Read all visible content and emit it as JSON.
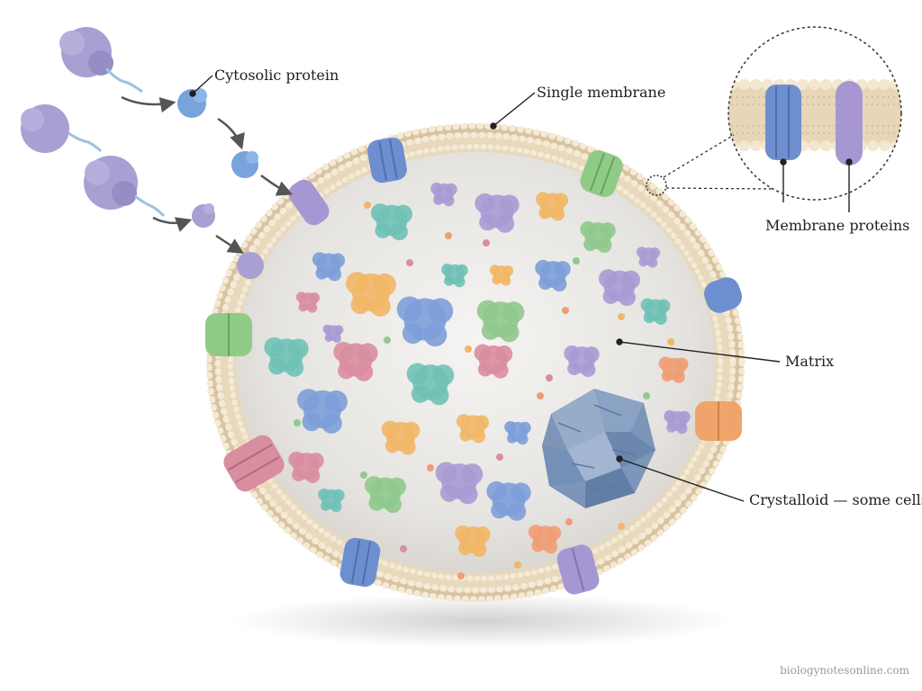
{
  "labels": {
    "cytosolic_protein": "Cytosolic protein",
    "single_membrane": "Single membrane",
    "membrane_proteins": "Membrane proteins",
    "matrix": "Matrix",
    "crystalloid": "Crystalloid — some cells"
  },
  "watermark": "biologynotesonline.com",
  "colors": {
    "membrane_outer": "#d9c3a0",
    "membrane_bead": "#f2e6cf",
    "matrix": "#ecebea",
    "protein_blue": "#7d9fd8",
    "protein_purple": "#a99bd4",
    "protein_green": "#8fc98c",
    "protein_teal": "#6fc1b6",
    "protein_pink": "#d98ea0",
    "protein_orange": "#f1b766",
    "protein_peach": "#ef9d74",
    "crystal": "#7d95b9",
    "leader": "#222222",
    "arrow": "#555555"
  }
}
